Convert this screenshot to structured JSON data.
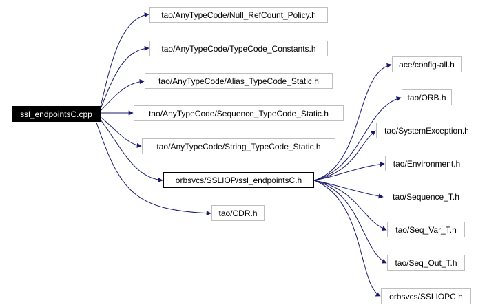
{
  "colors": {
    "edge": "#191970",
    "root_fill": "#000000",
    "root_text": "#ffffff",
    "box_border": "#bfbfbf",
    "main_border": "#000000"
  },
  "nodes": {
    "root": "ssl_endpointsC.cpp",
    "null_refcount": "tao/AnyTypeCode/Null_RefCount_Policy.h",
    "typecode_constants": "tao/AnyTypeCode/TypeCode_Constants.h",
    "alias_typecode": "tao/AnyTypeCode/Alias_TypeCode_Static.h",
    "sequence_typecode": "tao/AnyTypeCode/Sequence_TypeCode_Static.h",
    "string_typecode": "tao/AnyTypeCode/String_TypeCode_Static.h",
    "ssl_endpoints_h": "orbsvcs/SSLIOP/ssl_endpointsC.h",
    "cdr": "tao/CDR.h",
    "config_all": "ace/config-all.h",
    "orb": "tao/ORB.h",
    "system_exception": "tao/SystemException.h",
    "environment": "tao/Environment.h",
    "sequence_t": "tao/Sequence_T.h",
    "seq_var_t": "tao/Seq_Var_T.h",
    "seq_out_t": "tao/Seq_Out_T.h",
    "ssliopc": "orbsvcs/SSLIOPC.h"
  }
}
